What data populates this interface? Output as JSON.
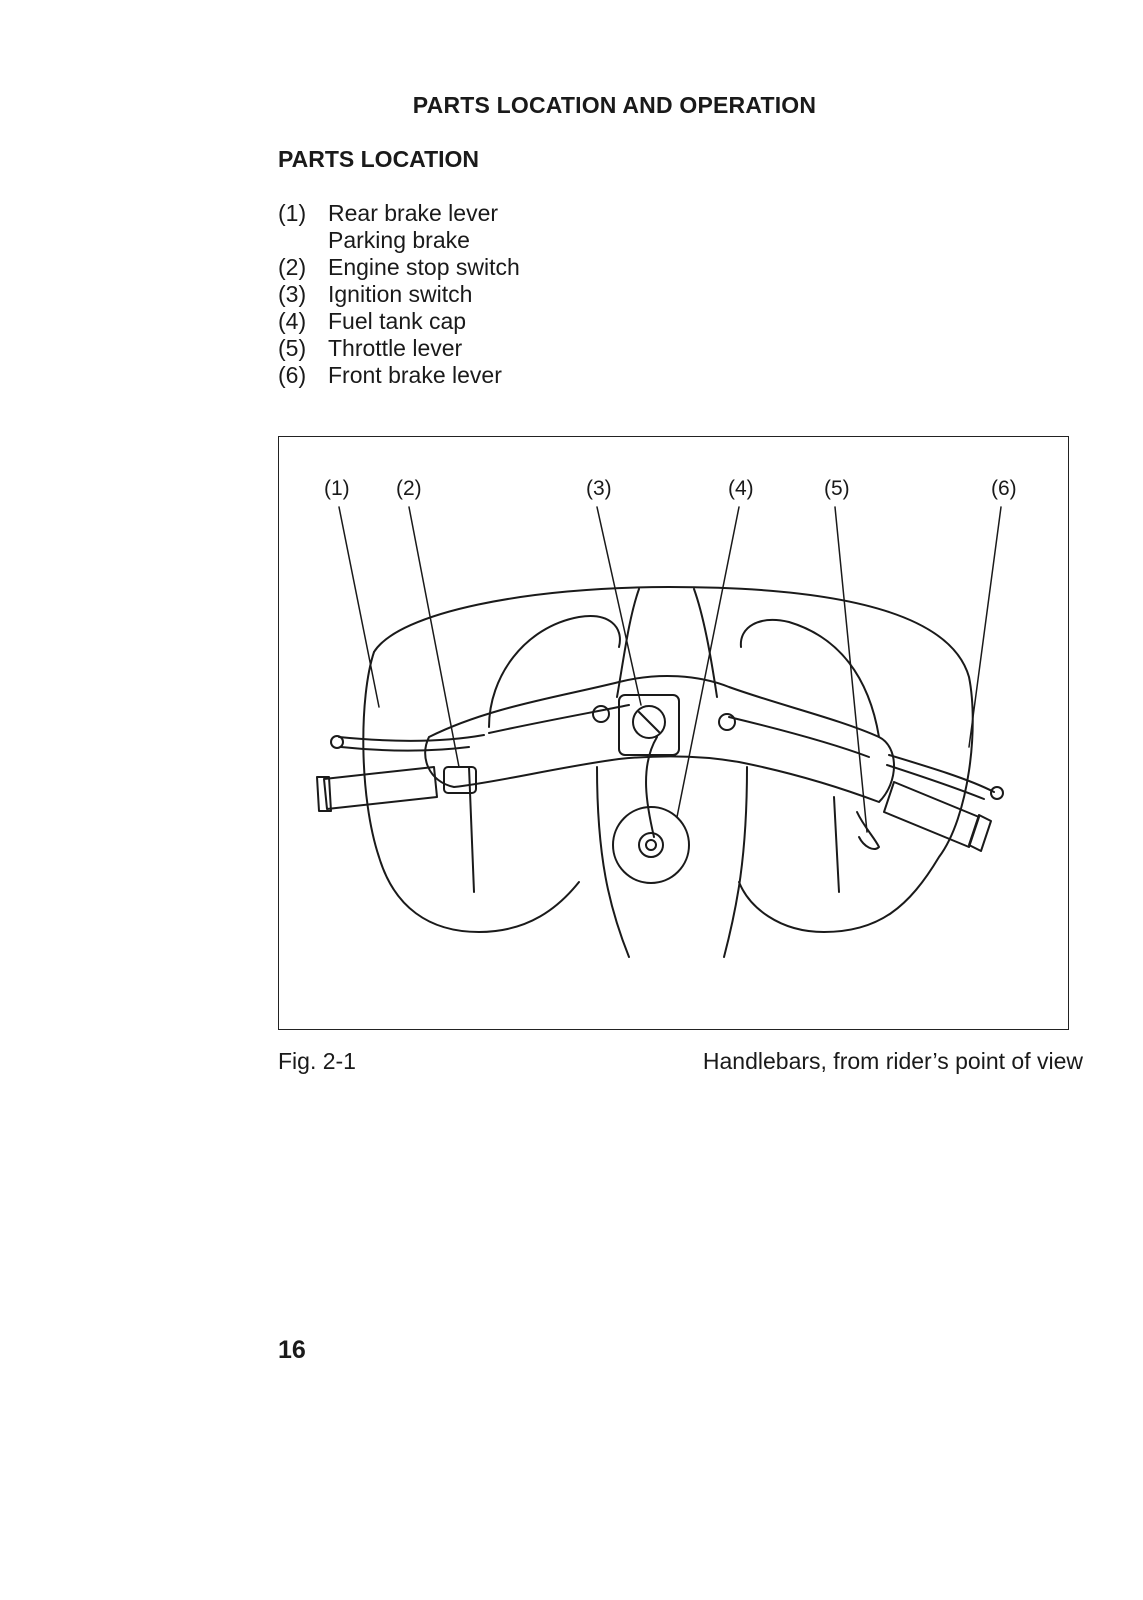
{
  "header": {
    "title": "PARTS LOCATION AND OPERATION"
  },
  "section": {
    "title": "PARTS LOCATION"
  },
  "parts": [
    {
      "num": "(1)",
      "line1": "Rear brake lever",
      "line2": "Parking brake"
    },
    {
      "num": "(2)",
      "line1": "Engine stop switch"
    },
    {
      "num": "(3)",
      "line1": "Ignition switch"
    },
    {
      "num": "(4)",
      "line1": "Fuel tank cap"
    },
    {
      "num": "(5)",
      "line1": "Throttle lever"
    },
    {
      "num": "(6)",
      "line1": "Front brake lever"
    }
  ],
  "figure": {
    "callouts": [
      "(1)",
      "(2)",
      "(3)",
      "(4)",
      "(5)",
      "(6)"
    ],
    "number": "Fig. 2-1",
    "caption": "Handlebars, from rider’s point of view"
  },
  "page": {
    "number": "16"
  }
}
